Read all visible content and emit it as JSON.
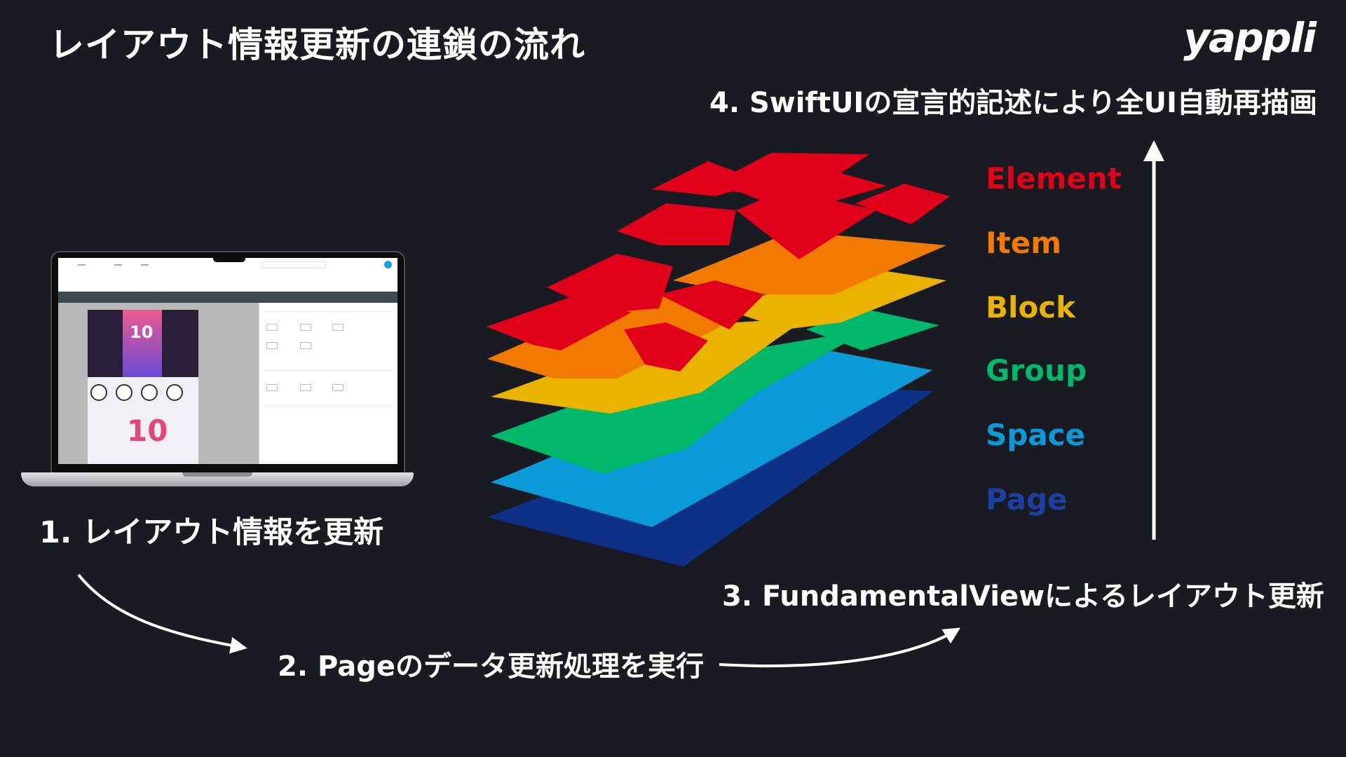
{
  "header": {
    "title": "レイアウト情報更新の連鎖の流れ",
    "logo": "yappli"
  },
  "steps": {
    "step1": "1. レイアウト情報を更新",
    "step2": "2. Pageのデータ更新処理を実行",
    "step3": "3. FundamentalViewによるレイアウト更新",
    "step4": "4. SwiftUIの宣言的記述により全UI自動再描画"
  },
  "layers": [
    {
      "name": "Element",
      "color": "#e1001a"
    },
    {
      "name": "Item",
      "color": "#f27a00"
    },
    {
      "name": "Block",
      "color": "#e9b300"
    },
    {
      "name": "Group",
      "color": "#00b86b"
    },
    {
      "name": "Space",
      "color": "#0a9ad8"
    },
    {
      "name": "Page",
      "color": "#0d3187"
    }
  ],
  "laptop": {
    "phone_number": "10",
    "bottom_number": "10"
  },
  "colors": {
    "background": "#181b21",
    "text": "#ffffff"
  }
}
